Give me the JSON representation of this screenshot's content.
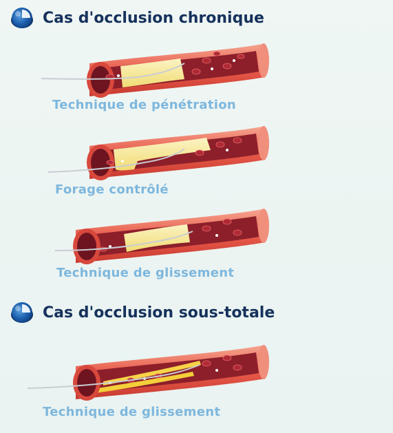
{
  "sections": [
    {
      "title": "Cas d'occlusion chronique"
    },
    {
      "title": "Cas d'occlusion sous-totale"
    }
  ],
  "captions": [
    "Technique de pénétration",
    "Forage contrôlé",
    "Technique de glissement",
    "Technique de glissement"
  ],
  "colors": {
    "heading": "#16325c",
    "caption": "#7eb7dd",
    "background": "#eef5f3",
    "vessel_wall": "#e85a4a",
    "blood": "#8c1f2a",
    "plaque": "#f6ea9e"
  },
  "icons": [
    "section-bullet-icon"
  ]
}
